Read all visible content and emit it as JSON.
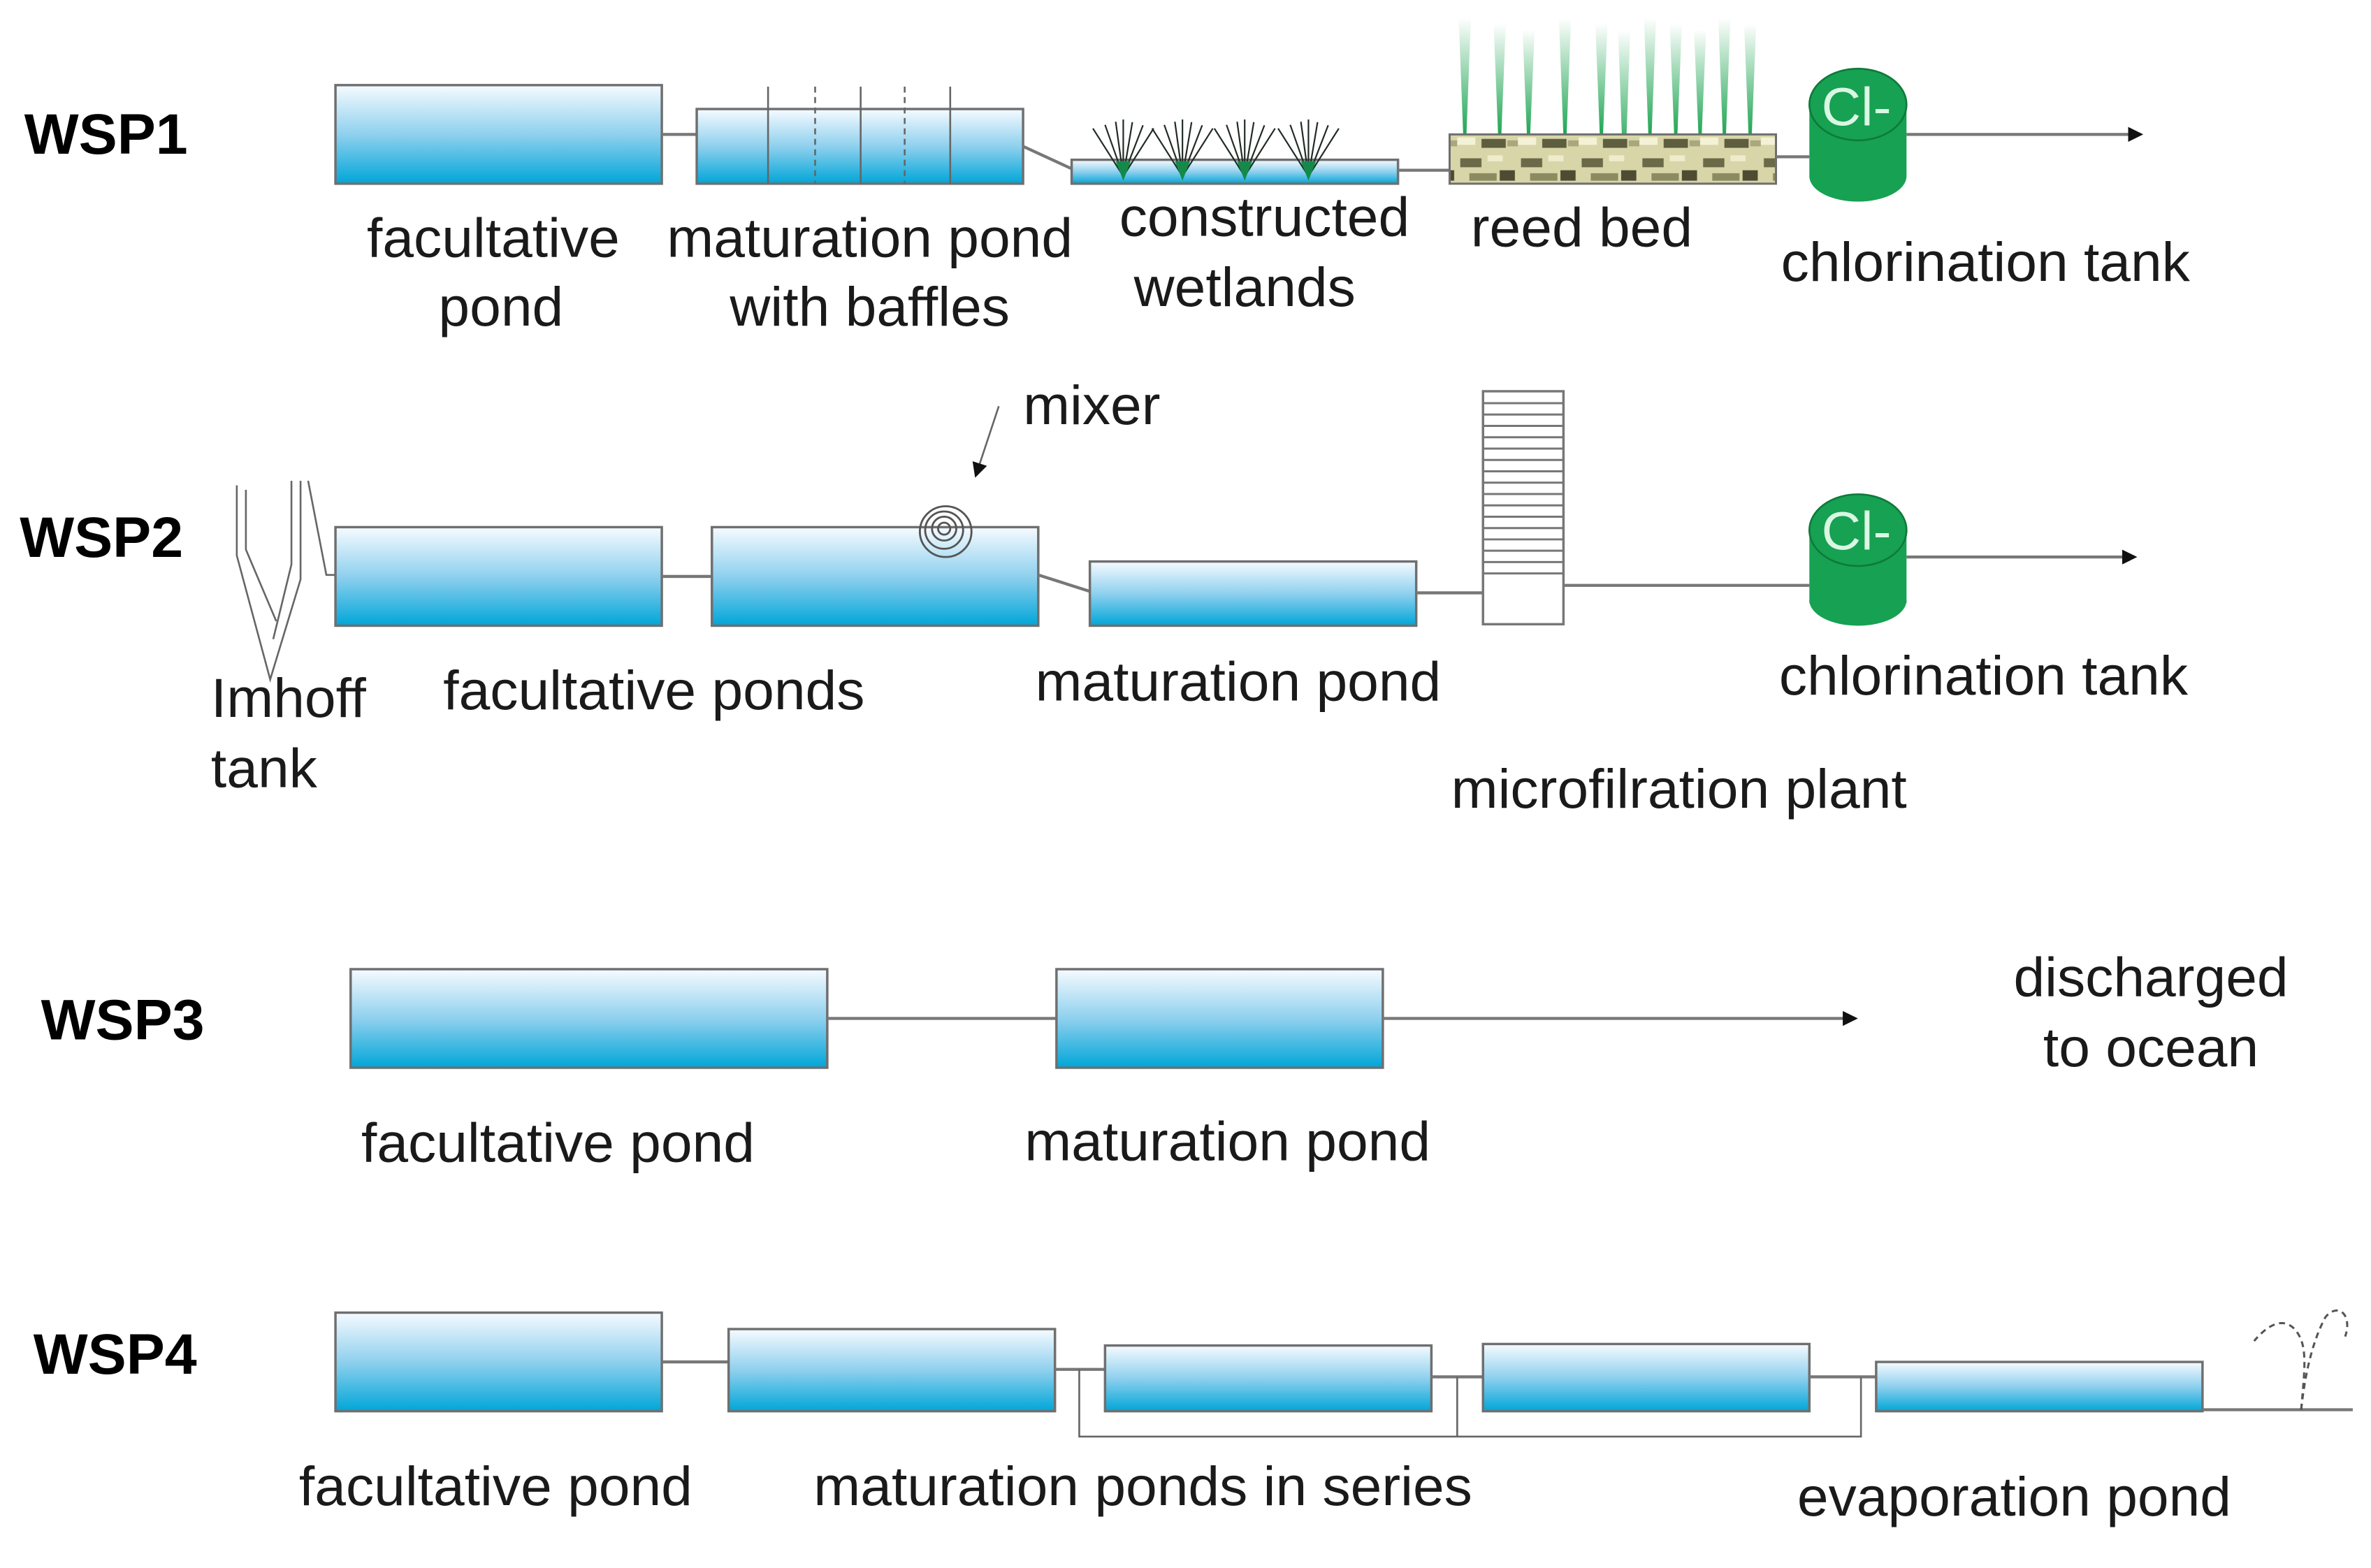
{
  "colors": {
    "pond_top": "#f6fbff",
    "pond_mid": "#8fd0ee",
    "pond_bottom": "#00a6d8",
    "chlorination": "#17a152",
    "chlorination_text": "#d9f7e3",
    "reed_green": "#19a34e",
    "reed_bed_base": "#d8d6a8"
  },
  "systems": [
    {
      "id": "WSP1",
      "label": "WSP1",
      "units": [
        {
          "type": "facultative-pond",
          "label_lines": [
            "facultative",
            "pond"
          ]
        },
        {
          "type": "maturation-pond-baffled",
          "label_lines": [
            "maturation pond",
            "with baffles"
          ]
        },
        {
          "type": "constructed-wetland",
          "label_lines": [
            "constructed",
            "wetlands"
          ]
        },
        {
          "type": "reed-bed",
          "label_lines": [
            "reed bed"
          ]
        },
        {
          "type": "chlorination-tank",
          "symbol": "Cl-",
          "label_lines": [
            "chlorination tank"
          ]
        }
      ],
      "outlet": "arrow"
    },
    {
      "id": "WSP2",
      "label": "WSP2",
      "units": [
        {
          "type": "imhoff-tank",
          "label_lines": [
            "Imhoff",
            "tank"
          ]
        },
        {
          "type": "facultative-ponds",
          "label_lines": [
            "facultative ponds"
          ],
          "count": 2
        },
        {
          "type": "mixer",
          "label_lines": [
            "mixer"
          ]
        },
        {
          "type": "maturation-pond",
          "label_lines": [
            "maturation pond"
          ]
        },
        {
          "type": "microfiltration-plant",
          "label_lines": [
            "microfilration plant"
          ]
        },
        {
          "type": "chlorination-tank",
          "symbol": "Cl-",
          "label_lines": [
            "chlorination tank"
          ]
        }
      ],
      "outlet": "arrow"
    },
    {
      "id": "WSP3",
      "label": "WSP3",
      "units": [
        {
          "type": "facultative-pond",
          "label_lines": [
            "facultative pond"
          ]
        },
        {
          "type": "maturation-pond",
          "label_lines": [
            "maturation pond"
          ]
        }
      ],
      "outlet": "arrow",
      "outlet_label_lines": [
        "discharged",
        "to ocean"
      ]
    },
    {
      "id": "WSP4",
      "label": "WSP4",
      "units": [
        {
          "type": "facultative-pond",
          "label_lines": [
            "facultative pond"
          ]
        },
        {
          "type": "maturation-ponds-series",
          "label_lines": [
            "maturation ponds in series"
          ],
          "count": 3
        },
        {
          "type": "evaporation-pond",
          "label_lines": [
            "evaporation pond"
          ]
        }
      ],
      "outlet": "spray-fountain"
    }
  ]
}
